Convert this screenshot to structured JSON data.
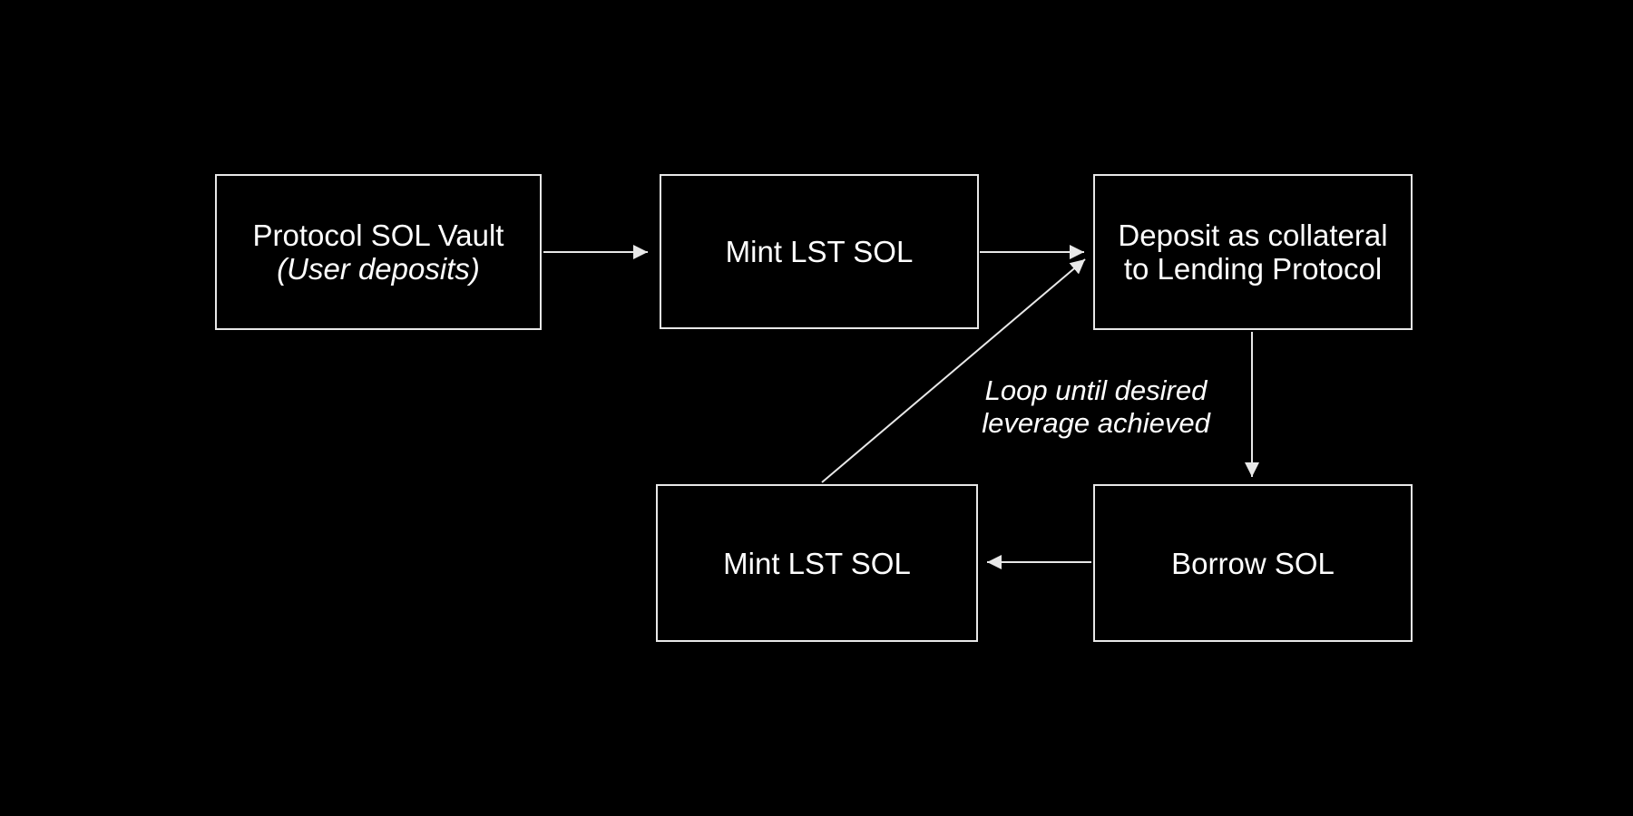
{
  "slide": {
    "background_color": "#000000",
    "box_border_color": "#e8e8e8",
    "arrow_color": "#e8e8e8",
    "text_color": "#ffffff"
  },
  "nodes": {
    "vault": {
      "line1": "Protocol SOL Vault",
      "line2": "(User deposits)"
    },
    "mint_top": {
      "line1": "Mint LST SOL"
    },
    "deposit": {
      "line1": "Deposit as collateral",
      "line2": "to Lending Protocol"
    },
    "mint_bottom": {
      "line1": "Mint LST SOL"
    },
    "borrow": {
      "line1": "Borrow SOL"
    }
  },
  "annotation": {
    "line1": "Loop until desired",
    "line2": "leverage achieved"
  },
  "edges": [
    {
      "from": "vault",
      "to": "mint_top"
    },
    {
      "from": "mint_top",
      "to": "deposit"
    },
    {
      "from": "deposit",
      "to": "borrow"
    },
    {
      "from": "borrow",
      "to": "mint_bottom"
    },
    {
      "from": "mint_bottom",
      "to": "deposit"
    }
  ]
}
